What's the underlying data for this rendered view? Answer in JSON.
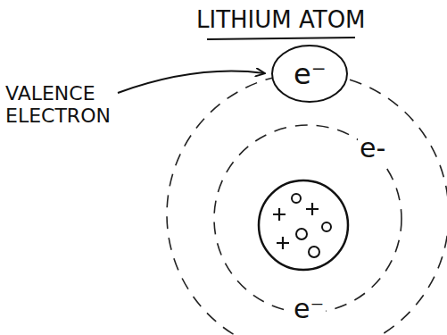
{
  "diagram": {
    "title": "LITHIUM ATOM",
    "nodes": [
      {
        "text": [
          "e⁻"
        ]
      }
    ],
    "labels": [
      "VALENCE ELECTRON",
      "e-",
      "e⁻"
    ]
  }
}
